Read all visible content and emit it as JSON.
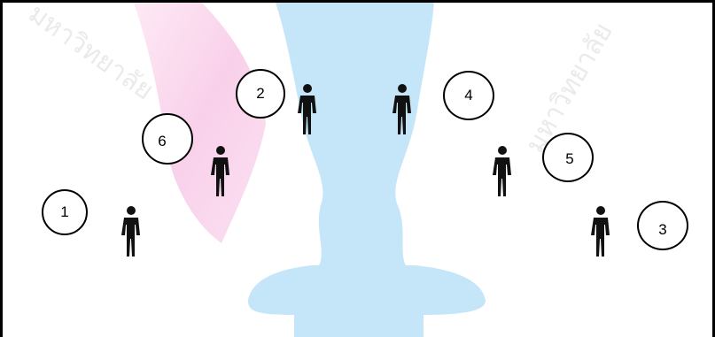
{
  "colors": {
    "vase": "#c5e6f9",
    "ribbon": "#f4b6dd",
    "person": "#111111",
    "frame": "#000000"
  },
  "icons": {
    "person": "person-standing-icon"
  },
  "positions": [
    {
      "label": "1"
    },
    {
      "label": "2"
    },
    {
      "label": "3"
    },
    {
      "label": "4"
    },
    {
      "label": "5"
    },
    {
      "label": "6"
    }
  ]
}
